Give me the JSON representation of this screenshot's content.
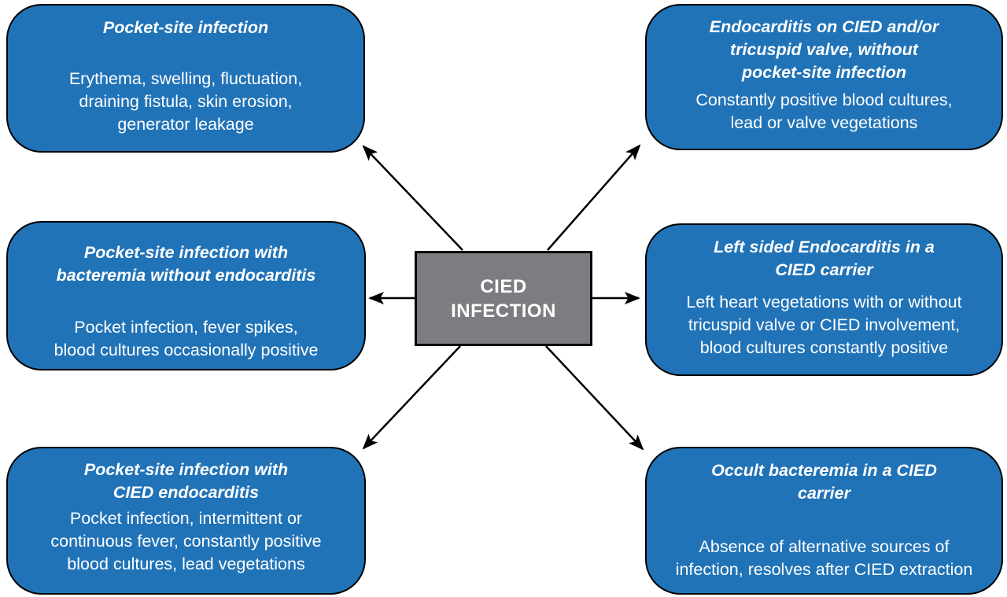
{
  "center": {
    "label_lines": [
      "CIED",
      "INFECTION"
    ]
  },
  "boxes": [
    {
      "name": "pocket-site-infection",
      "title_lines": [
        "Pocket-site infection"
      ],
      "body_lines": [
        "Erythema, swelling, fluctuation,",
        "draining fistula, skin erosion,",
        "generator leakage"
      ]
    },
    {
      "name": "endocarditis-on-cied-tricuspid-valve",
      "title_lines": [
        "Endocarditis on CIED and/or",
        "tricuspid valve, without",
        "pocket-site infection"
      ],
      "body_lines": [
        "Constantly positive blood cultures,",
        "lead or valve vegetations"
      ]
    },
    {
      "name": "pocket-site-infection-with-bacteremia",
      "title_lines": [
        "Pocket-site infection with",
        "bacteremia without endocarditis"
      ],
      "body_lines": [
        "Pocket infection, fever spikes,",
        "blood cultures occasionally positive"
      ]
    },
    {
      "name": "left-sided-endocarditis-cied-carrier",
      "title_lines": [
        "Left sided Endocarditis in a",
        "CIED carrier"
      ],
      "body_lines": [
        "Left heart vegetations with or without",
        "tricuspid valve or CIED involvement,",
        "blood cultures constantly positive"
      ]
    },
    {
      "name": "pocket-site-infection-with-cied-endocarditis",
      "title_lines": [
        "Pocket-site infection with",
        "CIED endocarditis"
      ],
      "body_lines": [
        "Pocket infection, intermittent or",
        "continuous fever, constantly positive",
        "blood cultures, lead vegetations"
      ]
    },
    {
      "name": "occult-bacteremia-cied-carrier",
      "title_lines": [
        "Occult bacteremia in a CIED",
        "carrier"
      ],
      "body_lines": [
        "Absence of alternative sources of",
        "infection, resolves after CIED extraction"
      ]
    }
  ],
  "colors": {
    "background": "#FFFFFF",
    "node_fill": "#2173B7",
    "node_text": "#FFFFFF",
    "center_fill": "#7C7D80",
    "center_text": "#FFFFFF",
    "outline": "#000000"
  }
}
